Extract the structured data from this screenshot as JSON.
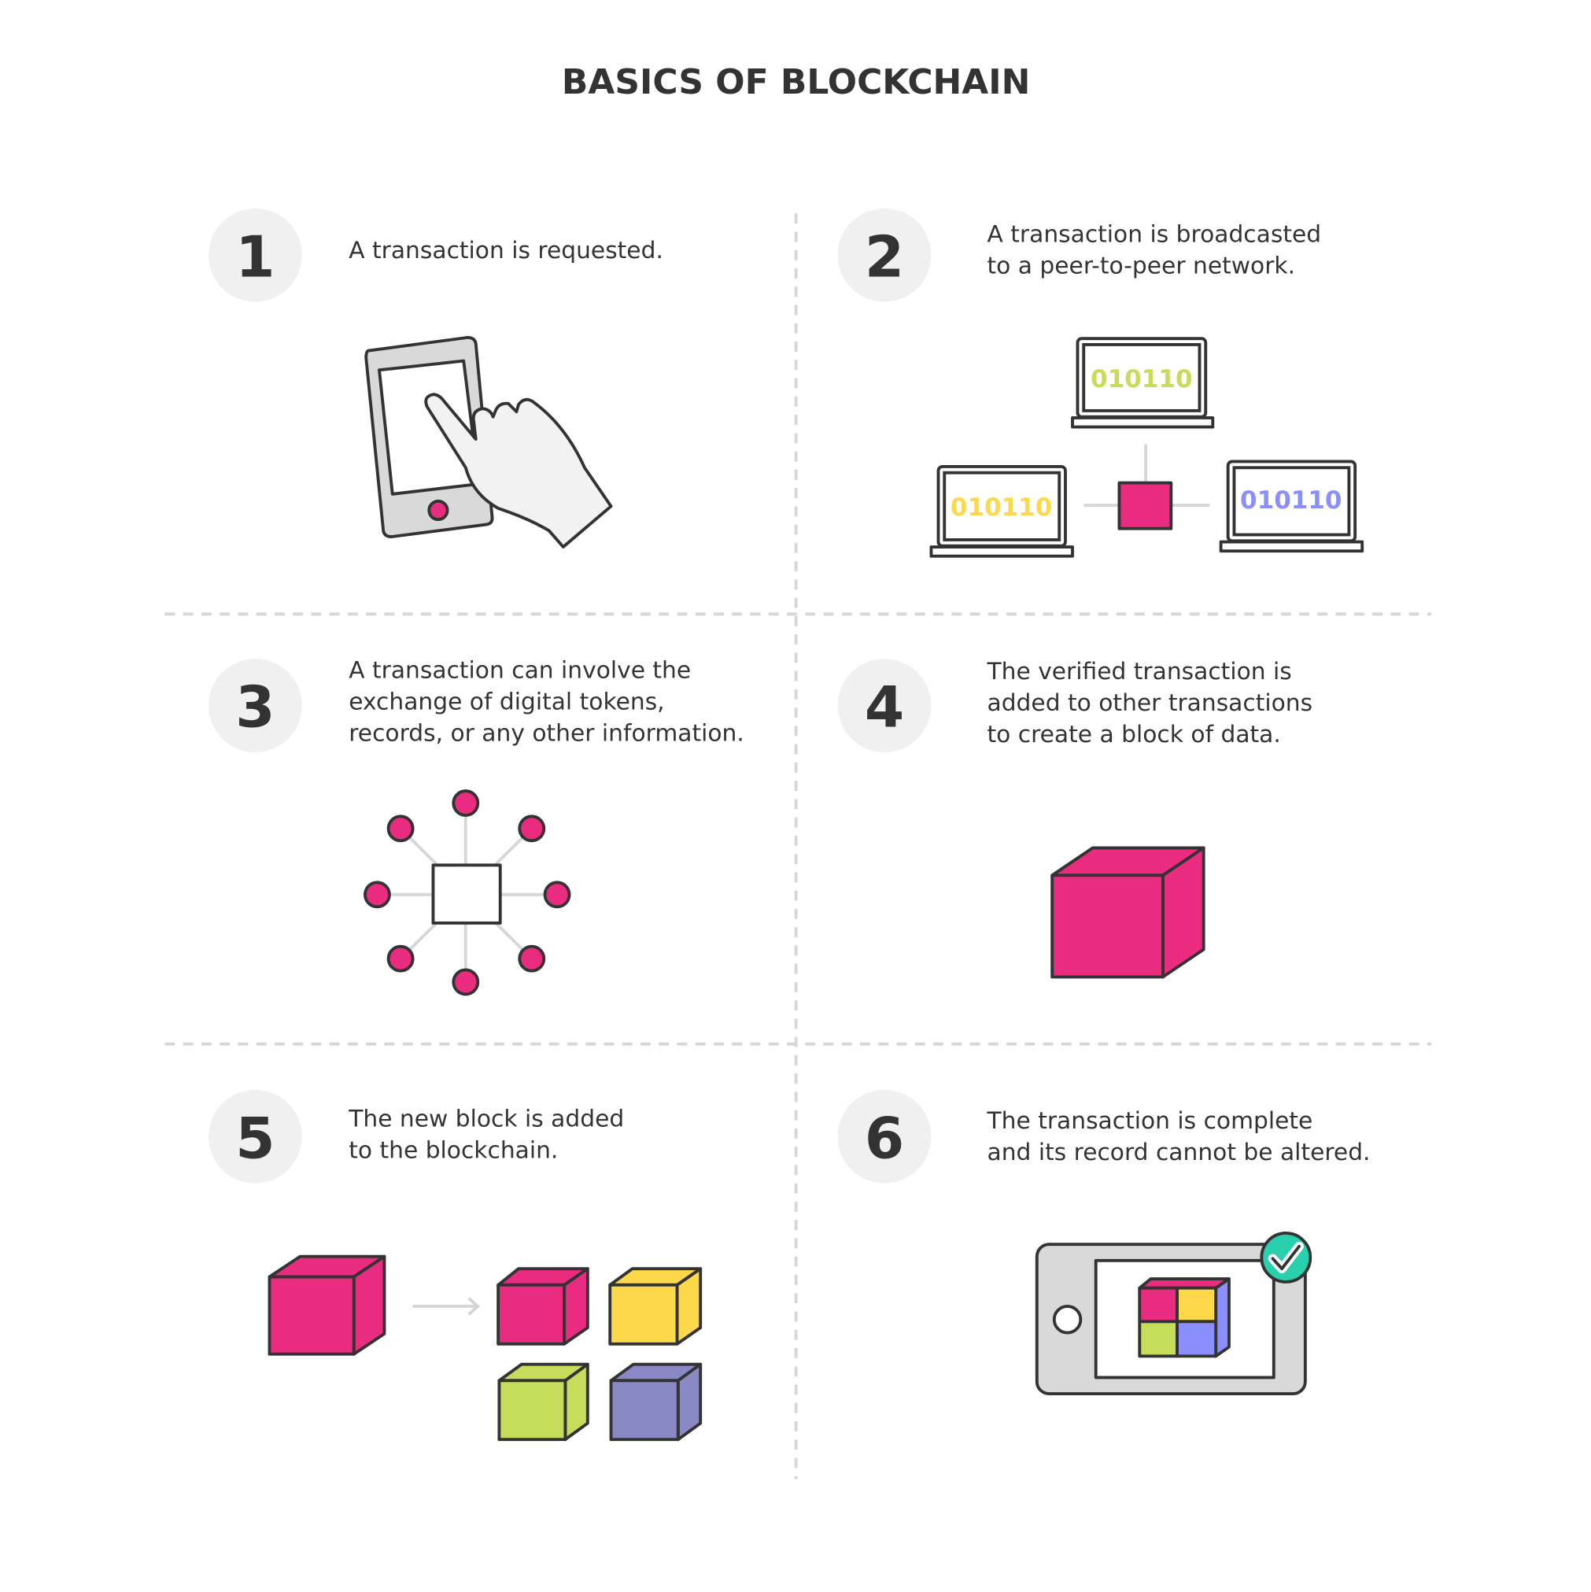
{
  "title": "BASICS OF BLOCKCHAIN",
  "steps": [
    {
      "number": "1",
      "lines": [
        "A transaction is requested."
      ]
    },
    {
      "number": "2",
      "lines": [
        "A transaction is broadcasted",
        "to a peer-to-peer network."
      ]
    },
    {
      "number": "3",
      "lines": [
        "A transaction can involve the",
        "exchange of digital tokens,",
        "records, or any other information."
      ]
    },
    {
      "number": "4",
      "lines": [
        "The verified transaction is",
        "added to other transactions",
        "to create a block of data."
      ]
    },
    {
      "number": "5",
      "lines": [
        "The new block is added",
        "to the blockchain."
      ]
    },
    {
      "number": "6",
      "lines": [
        "The transaction is complete",
        "and its record cannot be altered."
      ]
    }
  ],
  "network": {
    "binary": [
      "010110",
      "010110",
      "010110"
    ]
  },
  "colors": {
    "pink": "#e92c80",
    "yellow": "#fdd84a",
    "green": "#c6dc5b",
    "purple": "#8889c5",
    "blue": "#8b8ffd",
    "teal": "#2ad0ad",
    "gray": "#f0f0f0"
  }
}
